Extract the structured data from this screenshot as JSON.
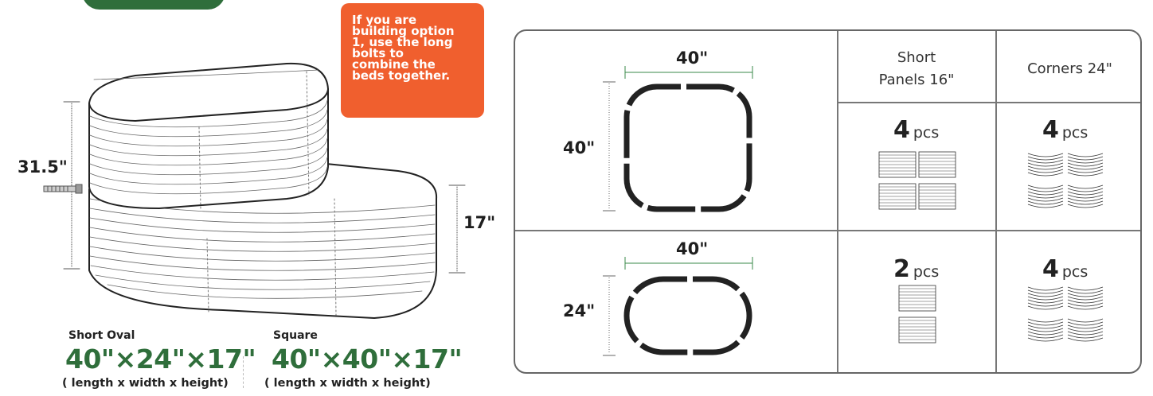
{
  "callout": {
    "lines": [
      "If you are",
      "building option",
      "1, use the long",
      "bolts to",
      "combine the",
      "beds together."
    ]
  },
  "left_figure": {
    "height_total": "31.5\"",
    "height_lower": "17\""
  },
  "specs": [
    {
      "name": "Short Oval",
      "size": "40\"×24\"×17\"",
      "note": "( length x width x height)"
    },
    {
      "name": "Square",
      "size": "40\"×40\"×17\"",
      "note": "( length x width x height)"
    }
  ],
  "table": {
    "headers": {
      "short_panels": [
        "Short",
        "Panels 16\""
      ],
      "corners": "Corners 24\""
    },
    "rows": [
      {
        "shape": "square",
        "width": "40\"",
        "depth": "40\"",
        "short_panels": {
          "count": "4",
          "unit": "pcs"
        },
        "corners": {
          "count": "4",
          "unit": "pcs"
        }
      },
      {
        "shape": "oval",
        "width": "40\"",
        "depth": "24\"",
        "short_panels": {
          "count": "2",
          "unit": "pcs"
        },
        "corners": {
          "count": "4",
          "unit": "pcs"
        }
      }
    ]
  },
  "colors": {
    "brand_green": "#2f6e3b",
    "callout_orange": "#f05f2e",
    "dim_green": "#3a8a4a"
  }
}
